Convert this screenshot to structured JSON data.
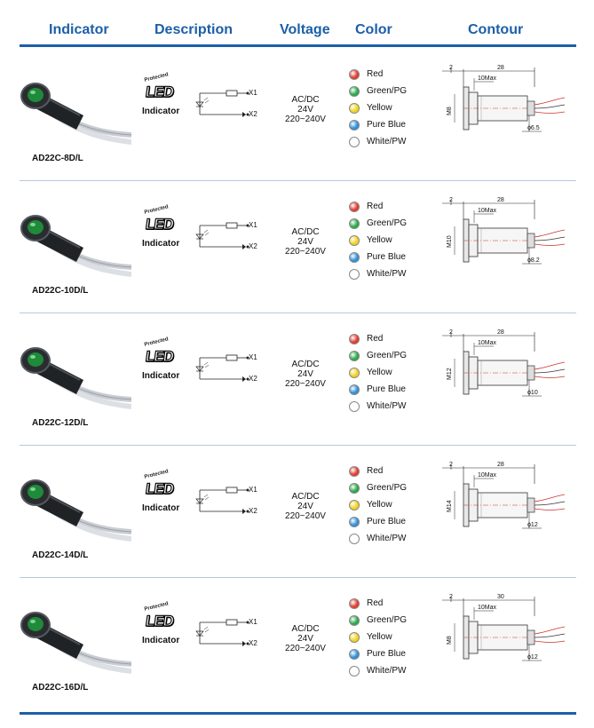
{
  "header": {
    "indicator": "Indicator",
    "description": "Description",
    "voltage": "Voltage",
    "color": "Color",
    "contour": "Contour"
  },
  "description": {
    "protected": "Protected",
    "led": "LED",
    "indicator": "Indicator",
    "x1": "X1",
    "x2": "X2"
  },
  "voltage": {
    "line1": "AC/DC",
    "line2": "24V",
    "line3": "220~240V"
  },
  "colors": [
    {
      "name": "Red",
      "hex": "#e33b2e"
    },
    {
      "name": "Green/PG",
      "hex": "#2aa84a"
    },
    {
      "name": "Yellow",
      "hex": "#f2d21c"
    },
    {
      "name": "Pure Blue",
      "hex": "#2f8fd8"
    },
    {
      "name": "White/PW",
      "hex": "#ffffff"
    }
  ],
  "rows": [
    {
      "model": "AD22C-8D/L",
      "head_mark": "2",
      "length": "28",
      "max": "10Max",
      "thread": "M8",
      "diameter": "ϕ6.5"
    },
    {
      "model": "AD22C-10D/L",
      "head_mark": "2",
      "length": "28",
      "max": "10Max",
      "thread": "M10",
      "diameter": "ϕ8.2"
    },
    {
      "model": "AD22C-12D/L",
      "head_mark": "2",
      "length": "28",
      "max": "10Max",
      "thread": "M12",
      "diameter": "ϕ10"
    },
    {
      "model": "AD22C-14D/L",
      "head_mark": "2",
      "length": "28",
      "max": "10Max",
      "thread": "M14",
      "diameter": "ϕ12"
    },
    {
      "model": "AD22C-16D/L",
      "head_mark": "2",
      "length": "30",
      "max": "10Max",
      "thread": "M8",
      "diameter": "ϕ12"
    }
  ]
}
